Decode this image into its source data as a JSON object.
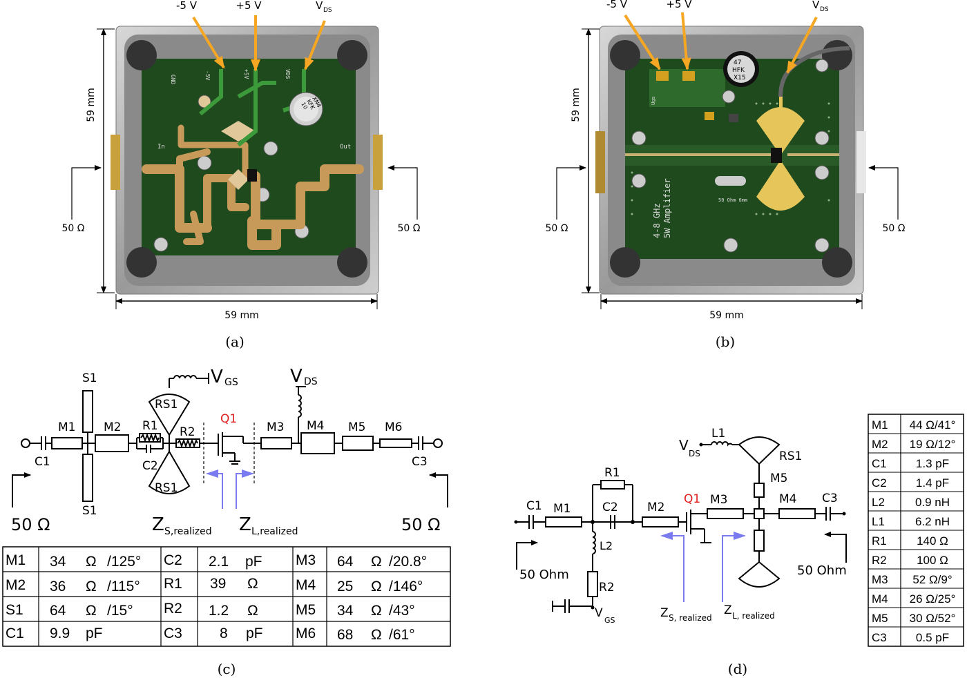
{
  "panel_a": {
    "caption": "(a)",
    "supply_labels": [
      "-5 V",
      "+5 V",
      "V",
      "DS"
    ],
    "pcb_labels": [
      "GND",
      "-5V",
      "+5V",
      "VDS",
      "In",
      "Out"
    ],
    "cap_marking": [
      "10",
      "KFK",
      "XN4"
    ],
    "height_label": "59 mm",
    "width_label": "59 mm",
    "port_left": "50 Ω",
    "port_right": "50 Ω"
  },
  "panel_b": {
    "caption": "(b)",
    "supply_labels": [
      "-5 V",
      "+5 V",
      "V",
      "DS"
    ],
    "cap_marking": [
      "47",
      "HFK",
      "X15"
    ],
    "board_text": [
      "4-8 GHz",
      "5W Amplifier"
    ],
    "board_small": "50 Ohm 6mm",
    "ugs": "Ugs",
    "height_label": "59 mm",
    "width_label": "59 mm",
    "port_left": "50 Ω",
    "port_right": "50 Ω"
  },
  "panel_c": {
    "caption": "(c)",
    "labels": {
      "S1_top": "S1",
      "S1_bot": "S1",
      "M1": "M1",
      "M2": "M2",
      "R1": "R1",
      "C2": "C2",
      "R2": "R2",
      "RS1_top": "RS1",
      "RS1_bot": "RS1",
      "Q1": "Q1",
      "M3": "M3",
      "M4": "M4",
      "M5": "M5",
      "M6": "M6",
      "C1": "C1",
      "C3": "C3",
      "V": "V",
      "GS": "GS",
      "DS": "DS",
      "Z": "Z",
      "S_realized": "S,realized",
      "L_realized": "L,realized",
      "port_left": "50 Ω",
      "port_right": "50 Ω"
    },
    "table": [
      [
        [
          "M1",
          "34",
          "Ω",
          "/125°"
        ],
        [
          "C2",
          "2.1",
          "pF",
          ""
        ],
        [
          "M3",
          "64",
          "Ω",
          "/20.8°"
        ]
      ],
      [
        [
          "M2",
          "36",
          "Ω",
          "/115°"
        ],
        [
          "R1",
          "39",
          "Ω",
          ""
        ],
        [
          "M4",
          "25",
          "Ω",
          "/146°"
        ]
      ],
      [
        [
          "S1",
          "64",
          "Ω",
          "/15°"
        ],
        [
          "R2",
          "1.2",
          "Ω",
          ""
        ],
        [
          "M5",
          "34",
          "Ω",
          "/43°"
        ]
      ],
      [
        [
          "C1",
          "9.9",
          "pF",
          ""
        ],
        [
          "C3",
          "8",
          "pF",
          ""
        ],
        [
          "M6",
          "68",
          "Ω",
          "/61°"
        ]
      ]
    ]
  },
  "panel_d": {
    "caption": "(d)",
    "labels": {
      "V": "V",
      "DS": "DS",
      "GS": "GS",
      "L1": "L1",
      "RS1": "RS1",
      "R1": "R1",
      "C1": "C1",
      "M1": "M1",
      "C2": "C2",
      "M2": "M2",
      "Q1": "Q1",
      "M3": "M3",
      "M4": "M4",
      "C3": "C3",
      "M5": "M5",
      "L2": "L2",
      "R2": "R2",
      "Z": "Z",
      "S_realized": "S, realized",
      "L_realized": "L, realized",
      "port_left": "50 Ohm",
      "port_right": "50 Ohm"
    },
    "table": [
      [
        "M1",
        "44 Ω/41°"
      ],
      [
        "M2",
        "19 Ω/12°"
      ],
      [
        "C1",
        "1.3 pF"
      ],
      [
        "C2",
        "1.4 pF"
      ],
      [
        "L2",
        "0.9 nH"
      ],
      [
        "L1",
        "6.2 nH"
      ],
      [
        "R1",
        "140 Ω"
      ],
      [
        "R2",
        "100 Ω"
      ],
      [
        "M3",
        "52 Ω/9°"
      ],
      [
        "M4",
        "26 Ω/25°"
      ],
      [
        "M5",
        "30 Ω/52°"
      ],
      [
        "C3",
        "0.5 pF"
      ]
    ]
  },
  "colors": {
    "arrow_orange": "#f5a623",
    "arrow_blue": "#7b7bf0",
    "q1_red": "#e02020",
    "pcb_green": "#1f4a1e",
    "copper": "#c89a5a",
    "gold": "#e6c65a",
    "housing": "#b9b9b9"
  }
}
